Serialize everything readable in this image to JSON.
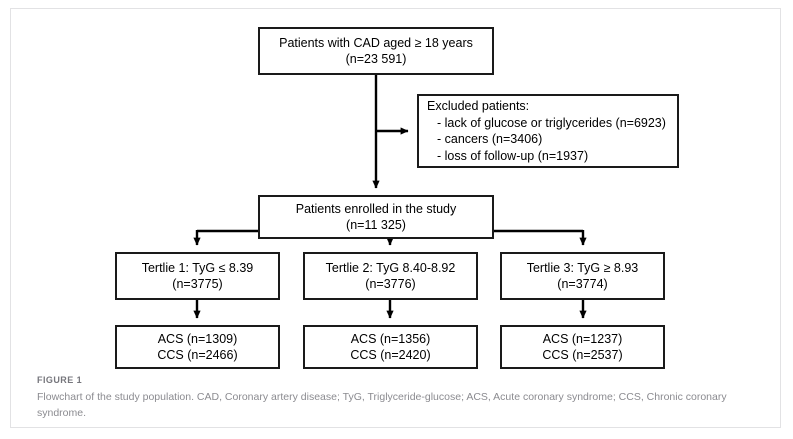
{
  "figure": {
    "caption_label": "FIGURE 1",
    "caption_text": "Flowchart of the study population. CAD, Coronary artery disease; TyG, Triglyceride-glucose; ACS, Acute coronary syndrome; CCS, Chronic coronary syndrome."
  },
  "colors": {
    "box_border": "#1a1a1a",
    "connector": "#000000",
    "card_border": "#e2e2e4",
    "caption_text": "#8b8b90",
    "background": "#ffffff"
  },
  "chart_data": {
    "type": "diagram",
    "title": "Flowchart of the study population",
    "nodes": [
      {
        "id": "cad",
        "lines": [
          "Patients with CAD aged ≥ 18 years",
          "(n=23 591)"
        ],
        "n": 23591
      },
      {
        "id": "excluded",
        "lines": [
          "Excluded patients:",
          "- lack of glucose or triglycerides (n=6923)",
          "- cancers (n=3406)",
          "- loss of follow-up (n=1937)"
        ],
        "exclusions": [
          {
            "reason": "lack of glucose or triglycerides",
            "n": 6923
          },
          {
            "reason": "cancers",
            "n": 3406
          },
          {
            "reason": "loss of follow-up",
            "n": 1937
          }
        ]
      },
      {
        "id": "enrolled",
        "lines": [
          "Patients enrolled in the study",
          "(n=11 325)"
        ],
        "n": 11325
      },
      {
        "id": "tertile-1",
        "lines": [
          "Tertlie 1: TyG ≤ 8.39",
          "(n=3775)"
        ],
        "n": 3775
      },
      {
        "id": "tertile-2",
        "lines": [
          "Tertlie 2: TyG 8.40-8.92",
          "(n=3776)"
        ],
        "n": 3776
      },
      {
        "id": "tertile-3",
        "lines": [
          "Tertlie 3: TyG ≥ 8.93",
          "(n=3774)"
        ],
        "n": 3774
      },
      {
        "id": "outcome-1",
        "lines": [
          "ACS (n=1309)",
          "CCS (n=2466)"
        ],
        "acs": 1309,
        "ccs": 2466
      },
      {
        "id": "outcome-2",
        "lines": [
          "ACS (n=1356)",
          "CCS (n=2420)"
        ],
        "acs": 1356,
        "ccs": 2420
      },
      {
        "id": "outcome-3",
        "lines": [
          "ACS (n=1237)",
          "CCS (n=2537)"
        ],
        "acs": 1237,
        "ccs": 2537
      }
    ],
    "edges": [
      {
        "from": "cad",
        "to": "enrolled",
        "arrow": true
      },
      {
        "from": "cad",
        "to": "excluded",
        "arrow": true
      },
      {
        "from": "enrolled",
        "to": "tertile-1",
        "arrow": true
      },
      {
        "from": "enrolled",
        "to": "tertile-2",
        "arrow": true
      },
      {
        "from": "enrolled",
        "to": "tertile-3",
        "arrow": true
      },
      {
        "from": "tertile-1",
        "to": "outcome-1",
        "arrow": true
      },
      {
        "from": "tertile-2",
        "to": "outcome-2",
        "arrow": true
      },
      {
        "from": "tertile-3",
        "to": "outcome-3",
        "arrow": true
      }
    ]
  }
}
